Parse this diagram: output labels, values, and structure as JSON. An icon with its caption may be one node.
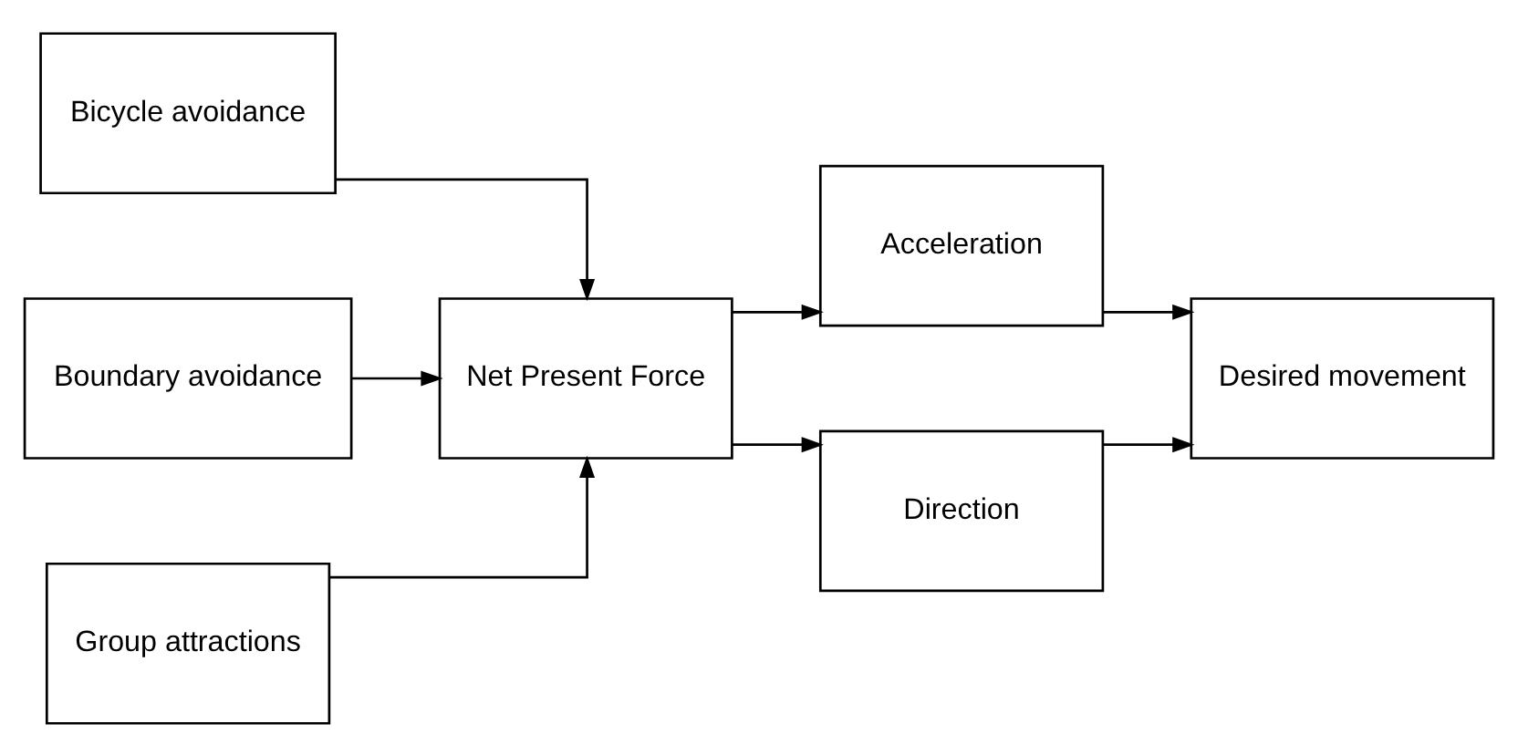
{
  "diagram": {
    "nodes": [
      {
        "text": [
          "Bicycle avoidance"
        ]
      },
      {
        "text": [
          "Boundary avoidance"
        ]
      },
      {
        "text": [
          "Group attractions"
        ]
      },
      {
        "text": [
          "Net Present Force"
        ]
      },
      {
        "text": [
          "Acceleration"
        ]
      },
      {
        "text": [
          "Direction"
        ]
      },
      {
        "text": [
          "Desired movement"
        ]
      }
    ],
    "edges": [
      {
        "from": 0,
        "to": 3,
        "arrow": "to"
      },
      {
        "from": 1,
        "to": 3,
        "arrow": "to"
      },
      {
        "from": 2,
        "to": 3,
        "arrow": "to"
      },
      {
        "from": 3,
        "to": 4,
        "arrow": "to"
      },
      {
        "from": 3,
        "to": 5,
        "arrow": "to"
      },
      {
        "from": 4,
        "to": 6,
        "arrow": "to"
      },
      {
        "from": 5,
        "to": 6,
        "arrow": "to"
      }
    ]
  }
}
